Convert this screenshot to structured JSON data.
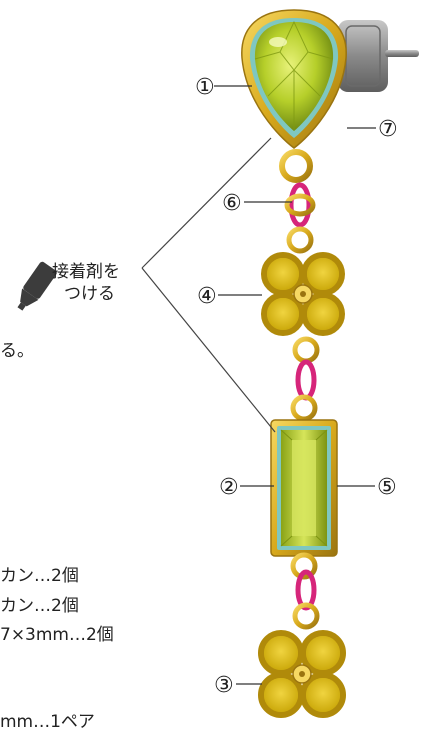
{
  "callouts": [
    {
      "id": "1",
      "label": "①"
    },
    {
      "id": "2",
      "label": "②"
    },
    {
      "id": "3",
      "label": "③"
    },
    {
      "id": "4",
      "label": "④"
    },
    {
      "id": "5",
      "label": "⑤"
    },
    {
      "id": "6",
      "label": "⑥"
    },
    {
      "id": "7",
      "label": "⑦"
    }
  ],
  "glue_note": {
    "line1": "接着剤を",
    "line2": "つける"
  },
  "cropped_text": {
    "step_end": "る。",
    "materials": [
      "カン…2個",
      "カン…2個",
      "7×3mm…2個",
      "mm…1ペア"
    ]
  },
  "colors": {
    "gold": "#d8a91c",
    "gold_dark": "#9a7410",
    "peridot": "#b6cf2a",
    "teal_rim": "#7fc7c0",
    "magenta_ring": "#d6257a",
    "flower_yellow": "#e2c20c",
    "silver_post": "#9a9a9a"
  }
}
